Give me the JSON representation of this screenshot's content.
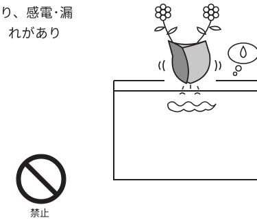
{
  "warning_text": {
    "line1": "り、感電･漏",
    "line2": "れがあり"
  },
  "prohibit_label": "禁止",
  "icons": {
    "prohibit": "prohibition-circle-icon",
    "water_drop": "water-drop-icon"
  },
  "colors": {
    "ink": "#231f20",
    "vase_gray": "#8c8c8c",
    "vase_light": "#c8c8c8"
  }
}
